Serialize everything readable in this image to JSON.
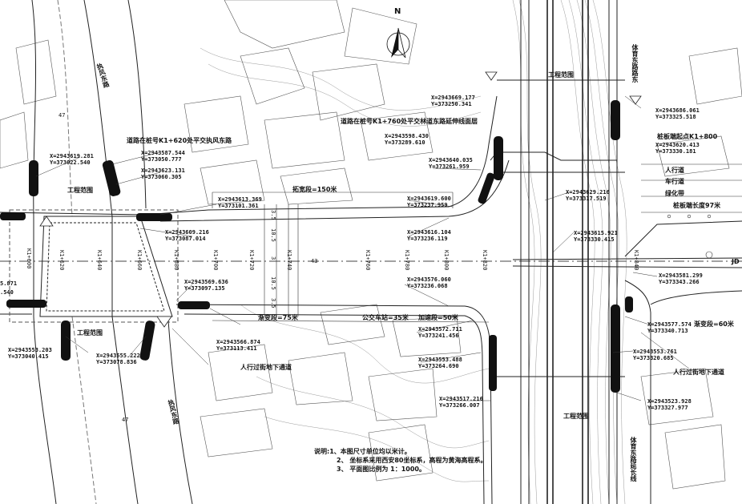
{
  "north": "N",
  "roads": {
    "left_road_top": "执风东路",
    "left_road_bottom": "执风东路",
    "right_road_top": "体育东路路东",
    "right_road_bottom": "体育东路延长线"
  },
  "labels": {
    "work_range_top_left": "工程范围",
    "work_range_bottom_left": "工程范围",
    "work_range_top_right": "工程范围",
    "work_range_bottom_right": "工程范围",
    "k1620_title": "道路在桩号K1+620处平交执风东路",
    "k1760_title": "道路在桩号K1+760处平交林道东路延伸线面层",
    "widening": "拓宽段=150米",
    "gradual_left": "渐变段=75米",
    "bus_stop": "公交车站=35米",
    "accel": "加速段=50米",
    "gradual_right": "渐变段=60米",
    "underpass_left": "人行过街地下通道",
    "underpass_right": "人行过街地下通道",
    "k1800": "桩板端起点K1+800",
    "sidewalk": "人行道",
    "carriageway": "车行道",
    "green": "绿化带",
    "sidewalk_len": "桩板端长度97米",
    "jd": "JD"
  },
  "stations": [
    "K1+600",
    "K1+620",
    "K1+640",
    "K1+660",
    "K1+680",
    "K1+700",
    "K1+720",
    "K1+740",
    "K1+760",
    "K1+780",
    "K1+800",
    "K1+820",
    "K1+840"
  ],
  "dims": [
    "3.5",
    "10.5",
    "3",
    "10.5",
    "3.5",
    "47",
    "43",
    "47"
  ],
  "coords": [
    {
      "x": "X=2943619.281",
      "y": "Y=373022.540"
    },
    {
      "x": "X=2943587.544",
      "y": "Y=373050.777"
    },
    {
      "x": "X=2943623.131",
      "y": "Y=373060.305"
    },
    {
      "x": "X=2943613.369",
      "y": "Y=373101.361"
    },
    {
      "x": "X=2943609.216",
      "y": "Y=373087.014"
    },
    {
      "x": "X=2943569.636",
      "y": "Y=373097.135"
    },
    {
      "x": "X=2943566.874",
      "y": "Y=373113.411"
    },
    {
      "x": "X=2943553.203",
      "y": "Y=373040.415"
    },
    {
      "x": "X=2943555.222",
      "y": "Y=373078.836"
    },
    {
      "x": "X=2943669.177",
      "y": "Y=373250.341"
    },
    {
      "x": "X=2943598.430",
      "y": "Y=373289.610"
    },
    {
      "x": "X=2943640.035",
      "y": "Y=373261.959"
    },
    {
      "x": "X=2943619.600",
      "y": "Y=373237.959"
    },
    {
      "x": "X=2943616.104",
      "y": "Y=373236.119"
    },
    {
      "x": "X=2943576.060",
      "y": "Y=373236.068"
    },
    {
      "x": "X=2943572.711",
      "y": "Y=373241.456"
    },
    {
      "x": "X=2943553.488",
      "y": "Y=373264.690"
    },
    {
      "x": "X=2943517.216",
      "y": "Y=373266.007"
    },
    {
      "x": "X=2943686.061",
      "y": "Y=373325.518"
    },
    {
      "x": "X=2943620.413",
      "y": "Y=373330.181"
    },
    {
      "x": "X=2943629.216",
      "y": "Y=373317.519"
    },
    {
      "x": "X=2943615.921",
      "y": "Y=373330.415"
    },
    {
      "x": "X=2943581.299",
      "y": "Y=373343.266"
    },
    {
      "x": "X=2943577.574",
      "y": "Y=373340.713"
    },
    {
      "x": "X=2943553.761",
      "y": "Y=373320.685"
    },
    {
      "x": "X=2943523.928",
      "y": "Y=373327.977"
    }
  ],
  "partial": {
    "left_a": "5.871",
    "left_b": ".540"
  },
  "notes": [
    "说明:1、本图尺寸单位均以米计。",
    "2、 坐标系采用西安80坐标系，高程为黄海高程系。",
    "3、 平面图比例为 1：1000。"
  ]
}
